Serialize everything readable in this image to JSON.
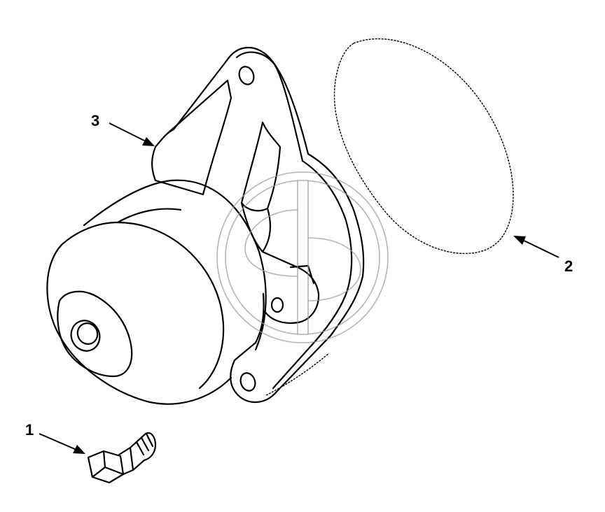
{
  "callouts": [
    {
      "id": "1",
      "label": "1"
    },
    {
      "id": "2",
      "label": "2"
    },
    {
      "id": "3",
      "label": "3"
    }
  ],
  "parts": [
    {
      "callout": "1",
      "name": "bolt-icon"
    },
    {
      "callout": "2",
      "name": "gasket-icon"
    },
    {
      "callout": "3",
      "name": "water-pump-icon"
    }
  ],
  "colors": {
    "line": "#000000",
    "watermark": "#9a9a9a",
    "background": "#ffffff"
  }
}
